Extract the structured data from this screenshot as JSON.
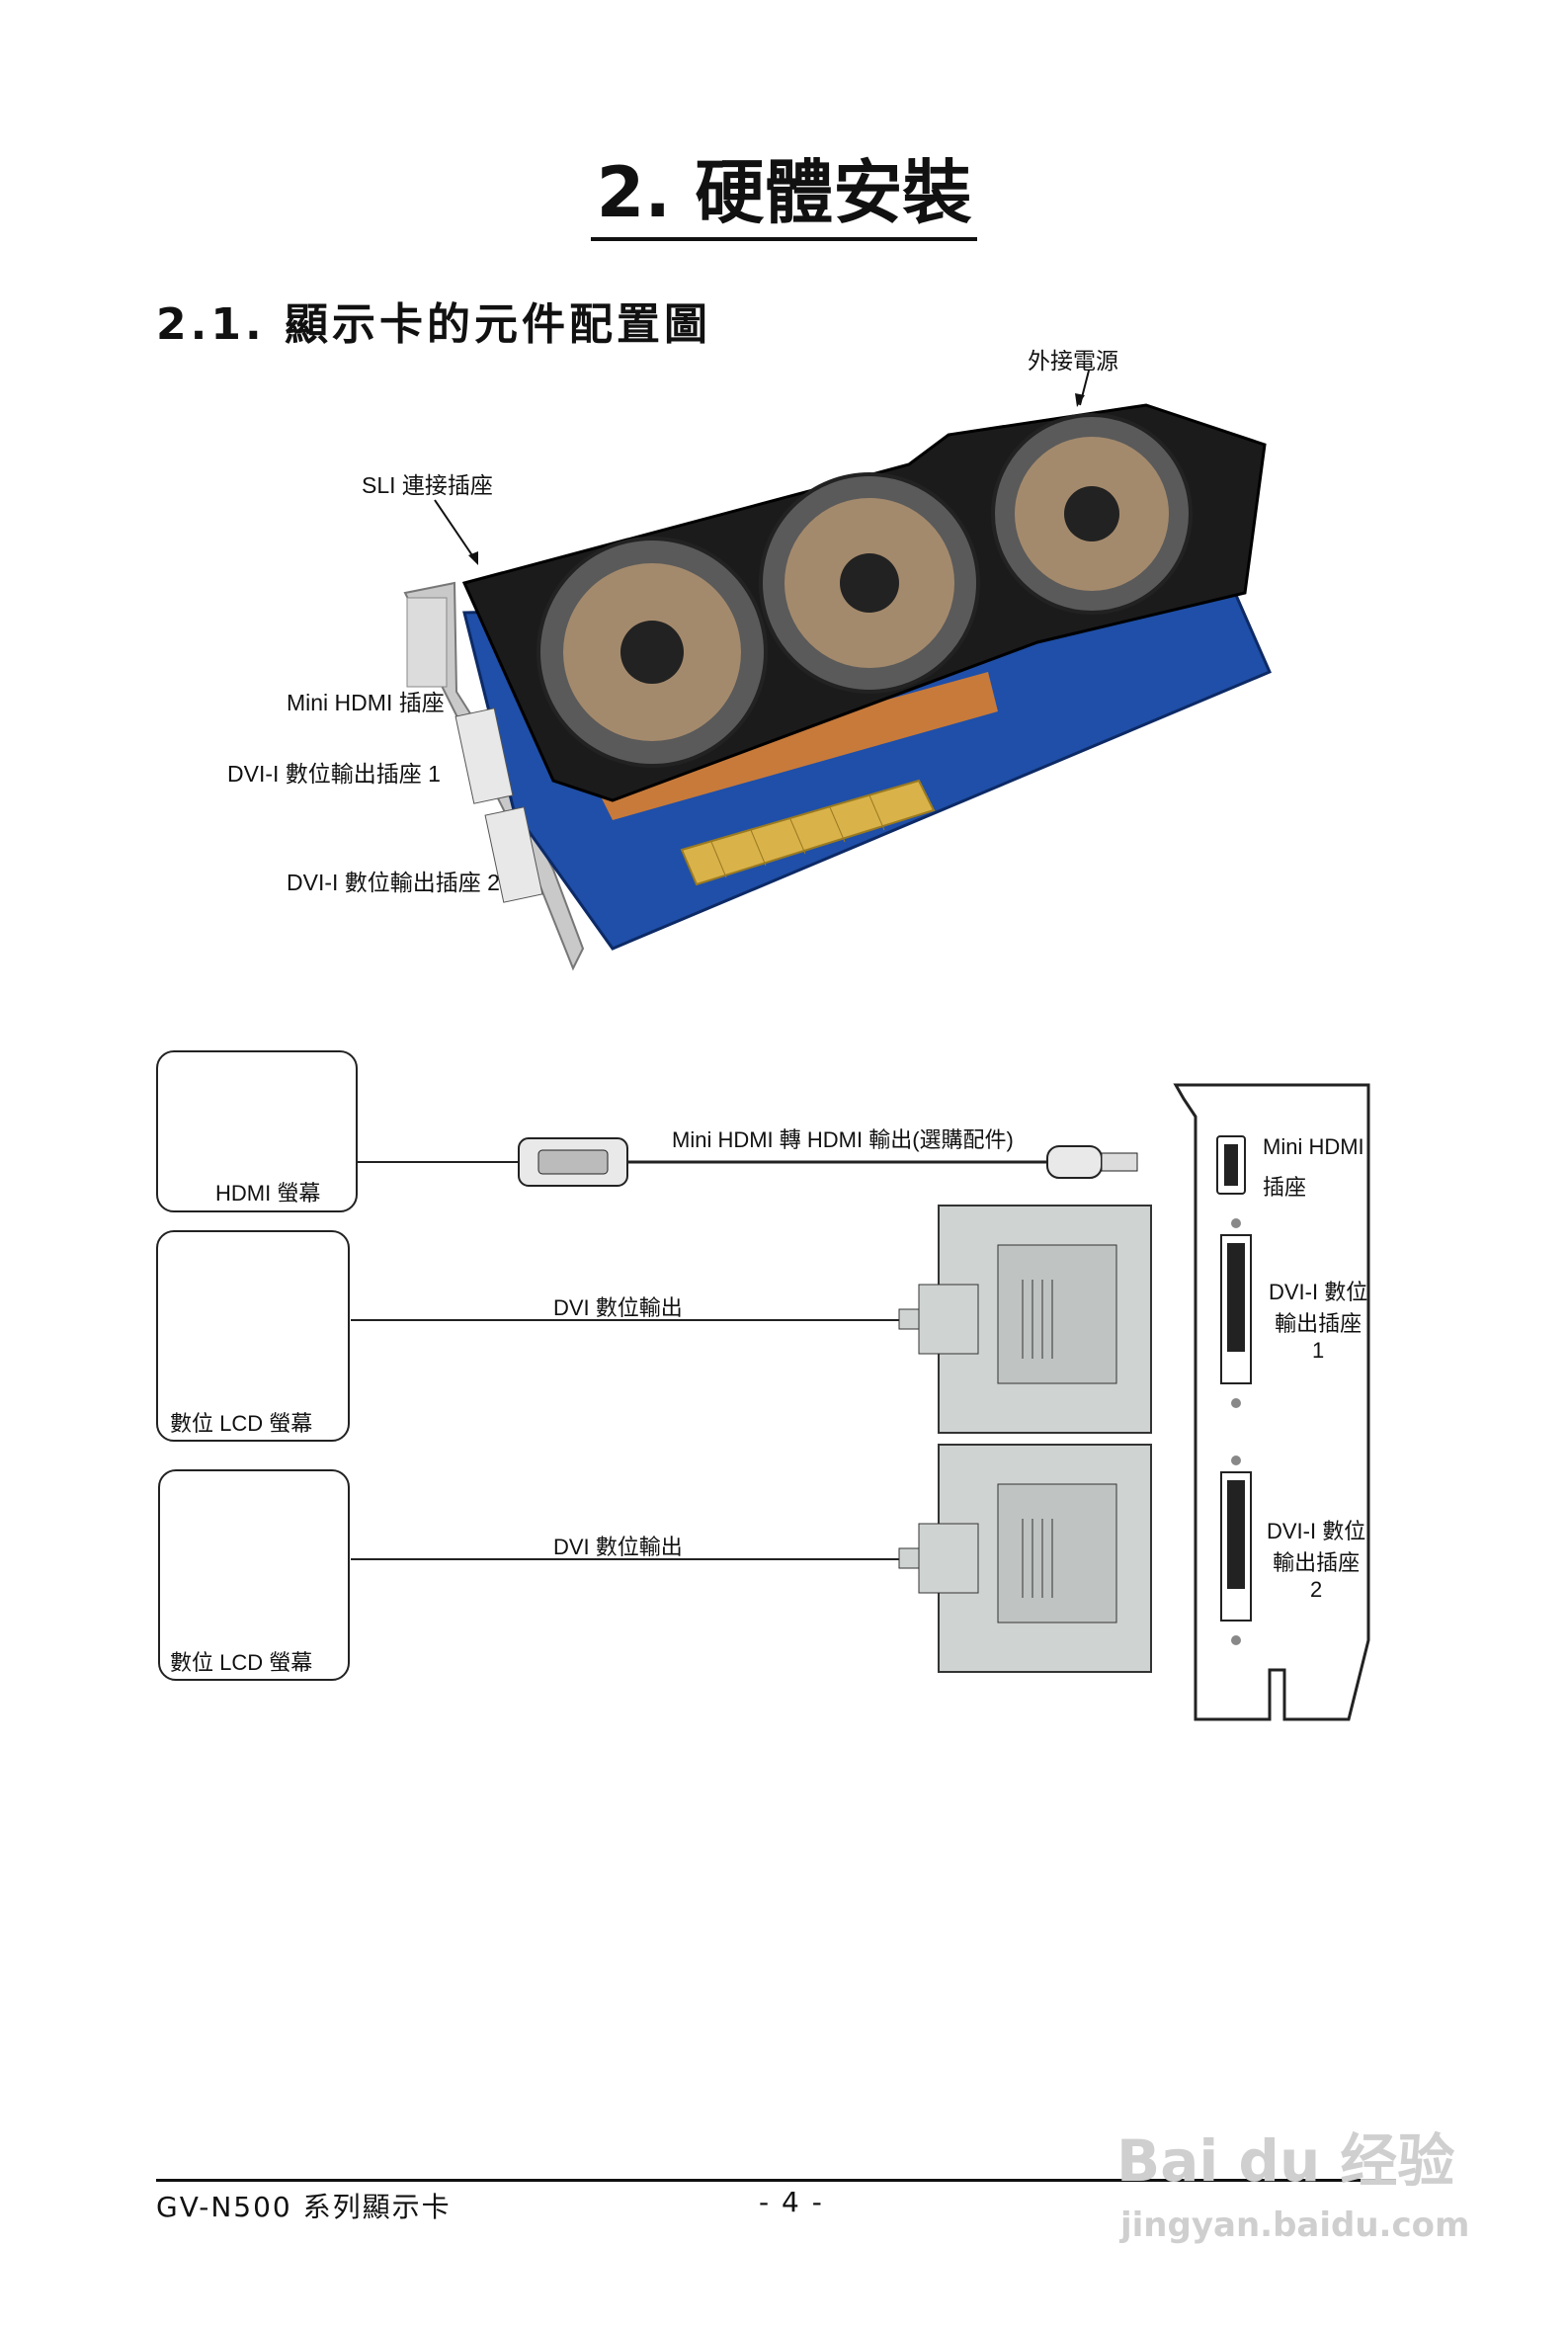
{
  "chapter": {
    "title": "2. 硬體安裝"
  },
  "section": {
    "title": "2.1. 顯示卡的元件配置圖"
  },
  "card_labels": {
    "power": "外接電源",
    "sli": "SLI 連接插座",
    "mini_hdmi": "Mini HDMI 插座",
    "dvi1": "DVI-I 數位輸出插座 1",
    "dvi2": "DVI-I 數位輸出插座 2"
  },
  "connection": {
    "hdmi_monitor": "HDMI 螢幕",
    "lcd_monitor_1": "數位 LCD 螢幕",
    "lcd_monitor_2": "數位 LCD 螢幕",
    "cable_hdmi": "Mini HDMI 轉 HDMI 輸出(選購配件)",
    "cable_dvi_1": "DVI 數位輸出",
    "cable_dvi_2": "DVI 數位輸出",
    "bracket_mini_hdmi_line1": "Mini HDMI",
    "bracket_mini_hdmi_line2": "插座",
    "bracket_dvi1_line1": "DVI-I 數位",
    "bracket_dvi1_line2": "輸出插座",
    "bracket_dvi1_line3": "1",
    "bracket_dvi2_line1": "DVI-I 數位",
    "bracket_dvi2_line2": "輸出插座",
    "bracket_dvi2_line3": "2"
  },
  "footer": {
    "left": "GV-N500 系列顯示卡",
    "page": "- 4 -"
  },
  "watermark": {
    "brand": "Bai du 经验",
    "url": "jingyan.baidu.com"
  },
  "colors": {
    "pcb_blue": "#1f4fa8",
    "shroud": "#1b1b1b",
    "copper": "#c87a3a",
    "gold": "#d9b24a",
    "connector_gray": "#cfd3d2"
  }
}
